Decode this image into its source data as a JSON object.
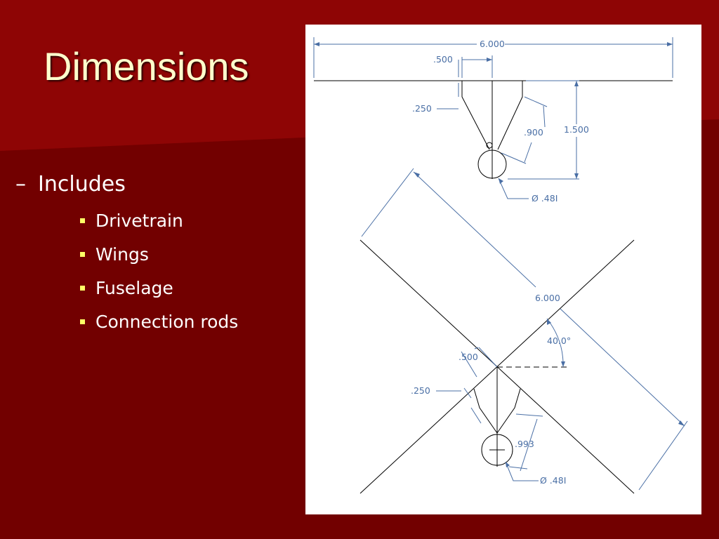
{
  "slide": {
    "title": "Dimensions",
    "bullet_marker": "–",
    "bullet": "Includes",
    "sub_bullets": [
      "Drivetrain",
      "Wings",
      "Fuselage",
      "Connection rods"
    ]
  },
  "drawing": {
    "top_view": {
      "width": "6.000",
      "offset": ".500",
      "thickness": ".250",
      "arm_length": ".900",
      "height": "1.500",
      "diameter": "Ø .48I"
    },
    "bottom_view": {
      "length": "6.000",
      "angle": "40.0°",
      "offset": ".500",
      "thickness": ".250",
      "arm_length": ".993",
      "diameter": "Ø .48I"
    }
  },
  "colors": {
    "background": "#7a0000",
    "title": "#ffffcc",
    "bullet_square": "#ffff66",
    "dimension": "#4a6fa5"
  }
}
